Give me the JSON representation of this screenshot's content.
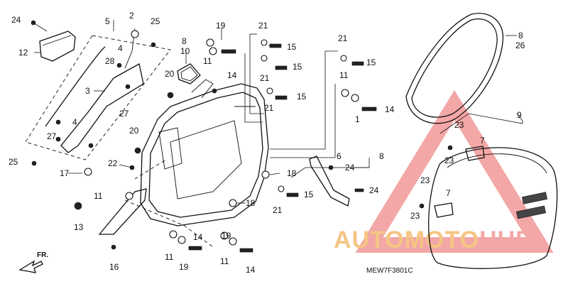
{
  "diagram_code": "MEW7F3801C",
  "direction_label": "FR.",
  "watermark": {
    "brand": "AUTOMOTOHUB",
    "color_a": "#f2b25a",
    "color_b": "#f08a8a"
  },
  "saddlebag_badge": "",
  "callouts": [
    {
      "id": "c-24a",
      "label": "24"
    },
    {
      "id": "c-12",
      "label": "12"
    },
    {
      "id": "c-5",
      "label": "5"
    },
    {
      "id": "c-2",
      "label": "2"
    },
    {
      "id": "c-25a",
      "label": "25"
    },
    {
      "id": "c-4a",
      "label": "4"
    },
    {
      "id": "c-28",
      "label": "28"
    },
    {
      "id": "c-3",
      "label": "3"
    },
    {
      "id": "c-27a",
      "label": "27"
    },
    {
      "id": "c-4b",
      "label": "4"
    },
    {
      "id": "c-27b",
      "label": "27"
    },
    {
      "id": "c-25b",
      "label": "25"
    },
    {
      "id": "c-8a",
      "label": "8"
    },
    {
      "id": "c-10",
      "label": "10"
    },
    {
      "id": "c-19a",
      "label": "19"
    },
    {
      "id": "c-11a",
      "label": "11"
    },
    {
      "id": "c-14a",
      "label": "14"
    },
    {
      "id": "c-20a",
      "label": "20"
    },
    {
      "id": "c-20b",
      "label": "20"
    },
    {
      "id": "c-22",
      "label": "22"
    },
    {
      "id": "c-17",
      "label": "17"
    },
    {
      "id": "c-11b",
      "label": "11"
    },
    {
      "id": "c-13",
      "label": "13"
    },
    {
      "id": "c-16",
      "label": "16"
    },
    {
      "id": "c-21a",
      "label": "21"
    },
    {
      "id": "c-15a",
      "label": "15"
    },
    {
      "id": "c-21b",
      "label": "21"
    },
    {
      "id": "c-15b",
      "label": "15"
    },
    {
      "id": "c-21c",
      "label": "21"
    },
    {
      "id": "c-15c",
      "label": "15"
    },
    {
      "id": "c-21d",
      "label": "21"
    },
    {
      "id": "c-15d",
      "label": "15"
    },
    {
      "id": "c-11c",
      "label": "11"
    },
    {
      "id": "c-14b",
      "label": "14"
    },
    {
      "id": "c-1",
      "label": "1"
    },
    {
      "id": "c-6",
      "label": "6"
    },
    {
      "id": "c-8b",
      "label": "8"
    },
    {
      "id": "c-24b",
      "label": "24"
    },
    {
      "id": "c-18a",
      "label": "18"
    },
    {
      "id": "c-18b",
      "label": "18"
    },
    {
      "id": "c-15e",
      "label": "15"
    },
    {
      "id": "c-21e",
      "label": "21"
    },
    {
      "id": "c-24c",
      "label": "24"
    },
    {
      "id": "c-11d",
      "label": "11"
    },
    {
      "id": "c-14c",
      "label": "14"
    },
    {
      "id": "c-19b",
      "label": "19"
    },
    {
      "id": "c-19c",
      "label": "19"
    },
    {
      "id": "c-11e",
      "label": "11"
    },
    {
      "id": "c-14d",
      "label": "14"
    },
    {
      "id": "c-8c",
      "label": "8"
    },
    {
      "id": "c-26",
      "label": "26"
    },
    {
      "id": "c-9",
      "label": "9"
    },
    {
      "id": "c-23a",
      "label": "23"
    },
    {
      "id": "c-7a",
      "label": "7"
    },
    {
      "id": "c-23b",
      "label": "23"
    },
    {
      "id": "c-23c",
      "label": "23"
    },
    {
      "id": "c-7b",
      "label": "7"
    },
    {
      "id": "c-23d",
      "label": "23"
    }
  ]
}
